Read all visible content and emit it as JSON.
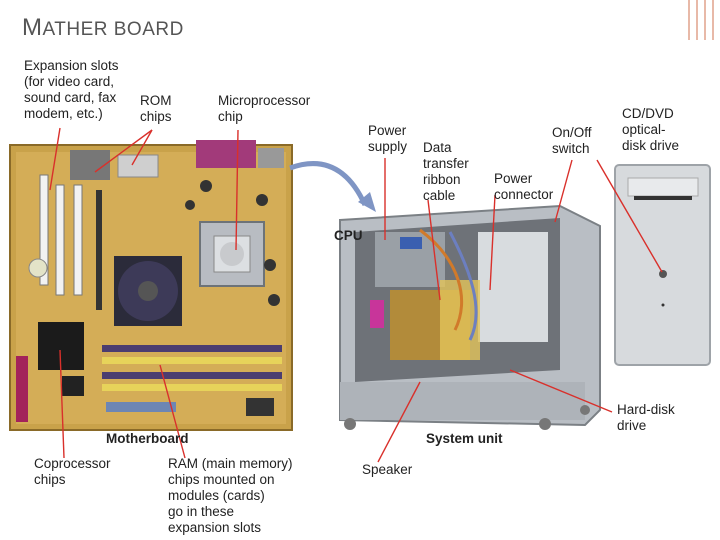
{
  "slide": {
    "title_first": "M",
    "title_rest": "ATHER BOARD"
  },
  "labels": {
    "expansion_slots": "Expansion slots\n(for video card,\nsound card, fax\nmodem, etc.)",
    "rom_chips": "ROM\nchips",
    "microprocessor": "Microprocessor\nchip",
    "power_supply": "Power\nsupply",
    "data_cable": "Data\ntransfer\nribbon\ncable",
    "on_off": "On/Off\nswitch",
    "power_connector": "Power\nconnector",
    "cd_dvd": "CD/DVD\noptical-\ndisk drive",
    "cpu": "CPU",
    "motherboard": "Motherboard",
    "system_unit": "System unit",
    "hard_disk": "Hard-disk\ndrive",
    "coprocessor": "Coprocessor\nchips",
    "ram": "RAM (main memory)\nchips mounted on\nmodules (cards)\ngo in these\nexpansion slots",
    "speaker": "Speaker"
  },
  "colors": {
    "board": "#c9a24a",
    "board_dark": "#8a6a28",
    "leader": "#d9302b",
    "arrow": "#7f95c4",
    "case": "#b9bec4"
  }
}
